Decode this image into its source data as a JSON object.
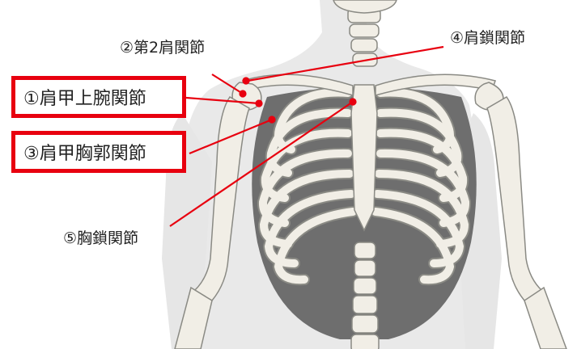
{
  "labels": {
    "glenohumeral": "①肩甲上腕関節",
    "second_shoulder": "②第2肩関節",
    "scapulothoracic": "③肩甲胸郭関節",
    "acromioclavicular": "④肩鎖関節",
    "sternoclavicular": "⑤胸鎖関節"
  },
  "colors": {
    "leader_line": "#e8000f",
    "highlight_box": "#e8000f",
    "skin": "#e9e9e9",
    "bone": "#f1eee6",
    "bone_outline": "#8a8a84",
    "shadow": "#6e6e6e"
  }
}
